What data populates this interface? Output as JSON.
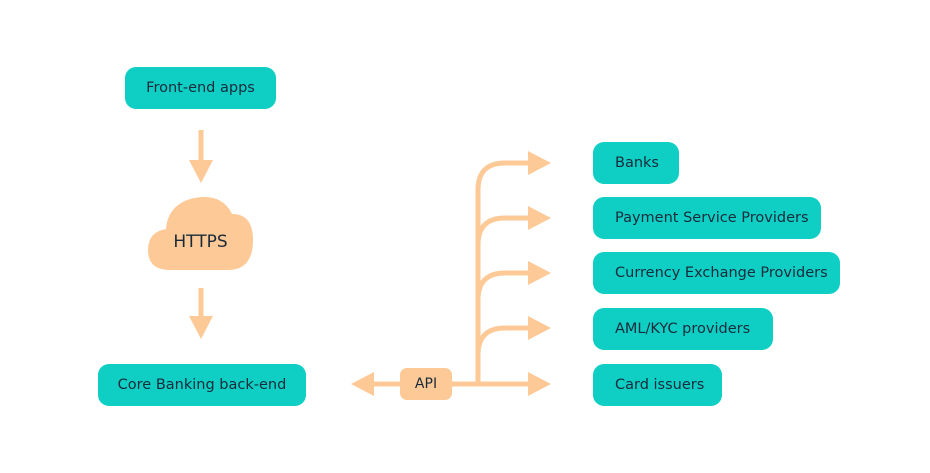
{
  "nodes": {
    "frontend": "Front-end apps",
    "https": "HTTPS",
    "core": "Core Banking back-end",
    "api": "API"
  },
  "providers": [
    "Banks",
    "Payment Service Providers",
    "Currency Exchange Providers",
    "AML/KYC providers",
    "Card issuers"
  ],
  "colors": {
    "node_fill": "#0fcfc5",
    "connector": "#fdc996",
    "text": "#1b2a3a"
  }
}
